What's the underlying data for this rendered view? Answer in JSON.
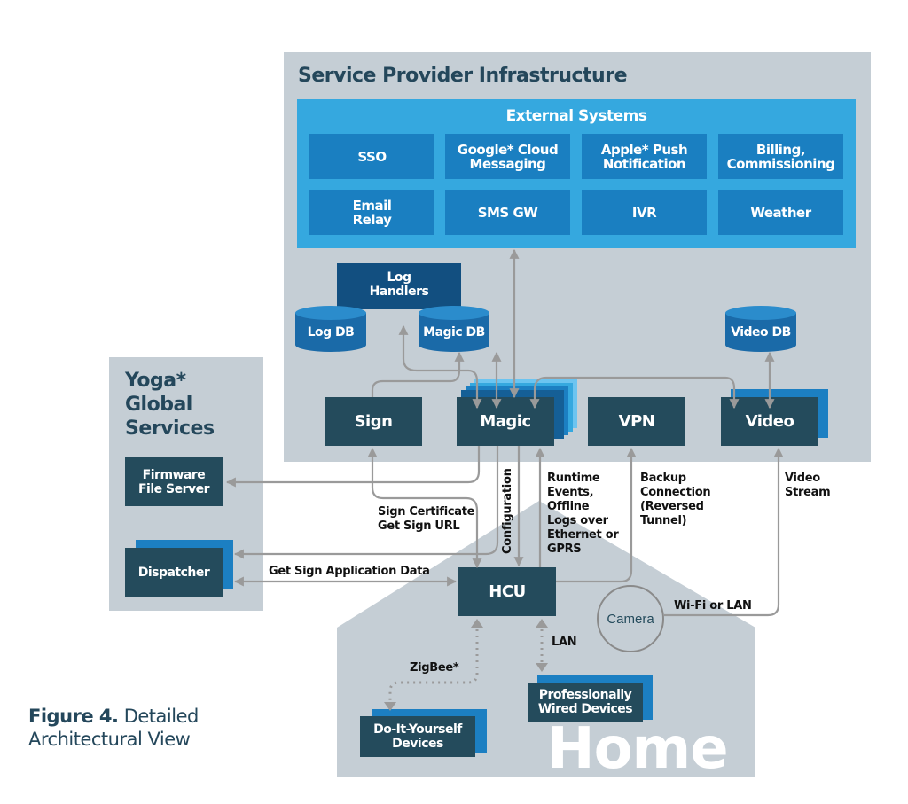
{
  "figure_caption": {
    "bold": "Figure 4.",
    "rest_line1": " Detailed",
    "line2": "Architectural View"
  },
  "service_provider": {
    "title": "Service Provider Infrastructure",
    "external_systems": {
      "title": "External Systems",
      "items": [
        "SSO",
        "Google* Cloud\nMessaging",
        "Apple* Push\nNotification",
        "Billing,\nCommissioning",
        "Email\nRelay",
        "SMS GW",
        "IVR",
        "Weather"
      ]
    },
    "log_handlers": "Log\nHandlers",
    "databases": {
      "log_db": "Log DB",
      "magic_db": "Magic DB",
      "video_db": "Video DB"
    },
    "nodes": {
      "sign": "Sign",
      "magic": "Magic",
      "vpn": "VPN",
      "video": "Video"
    }
  },
  "yoga_global": {
    "title": "Yoga*\nGlobal\nServices",
    "firmware": "Firmware\nFile Server",
    "dispatcher": "Dispatcher"
  },
  "home": {
    "title": "Home",
    "hcu": "HCU",
    "camera": "Camera",
    "diy": "Do-It-Yourself\nDevices",
    "pro": "Professionally\nWired Devices"
  },
  "edge_labels": {
    "sign_cert": "Sign Certificate\nGet Sign URL",
    "configuration": "Configuration",
    "runtime": "Runtime\nEvents,\nOffline\nLogs over\nEthernet or\nGPRS",
    "backup": "Backup\nConnection\n(Reversed\nTunnel)",
    "video_stream": "Video\nStream",
    "get_sign_app": "Get Sign Application Data",
    "wifi_lan": "Wi-Fi or LAN",
    "zigbee": "ZigBee*",
    "lan": "LAN"
  },
  "colors": {
    "panel_gray": "#c5ced5",
    "external_blue": "#35a8df",
    "cell_blue": "#1a7fc1",
    "node_dark": "#244b5c",
    "wire_gray": "#9a9a9a"
  }
}
